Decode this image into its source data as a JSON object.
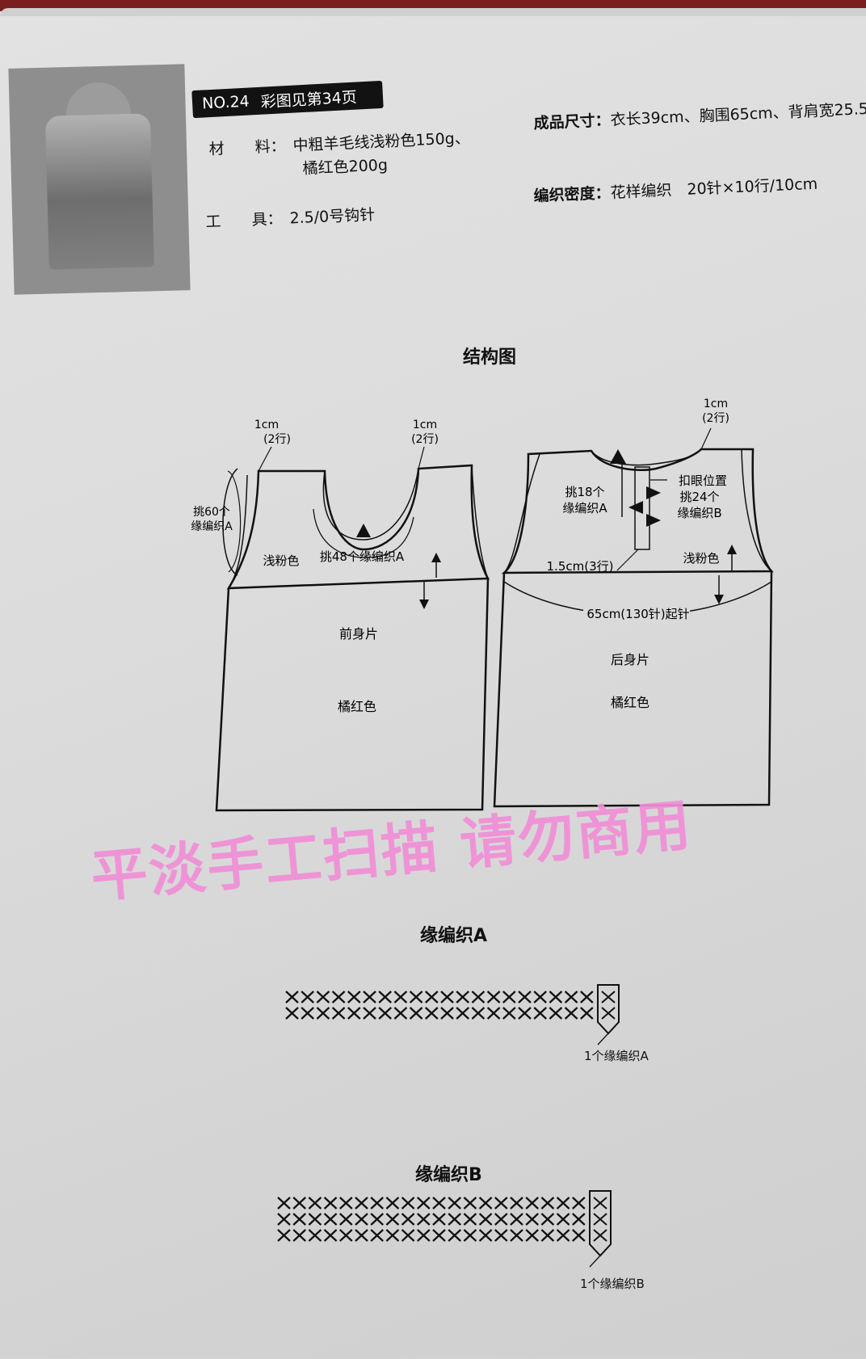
{
  "header": {
    "pattern_no": "NO.24",
    "color_ref": "彩图见第34页",
    "material_label": "材　　料：",
    "material_line1": "中粗羊毛线浅粉色150g、",
    "material_line2": "橘红色200g",
    "tool_label": "工　　具：",
    "tool_value": "2.5/0号钩针",
    "size_label": "成品尺寸：",
    "size_value": "衣长39cm、胸围65cm、背肩宽25.5",
    "gauge_label": "编织密度：",
    "gauge_value": "花样编织　20针×10行/10cm"
  },
  "structure": {
    "title": "结构图",
    "front": {
      "left_strap_size": "1cm",
      "left_strap_rows": "(2行)",
      "right_strap_size": "1cm",
      "right_strap_rows": "(2行)",
      "armhole_pickup_line1": "挑60个",
      "armhole_pickup_line2": "缘编织A",
      "yoke_color": "浅粉色",
      "neck_pickup": "挑48个缘编织A",
      "piece_name": "前身片",
      "body_color": "橘红色"
    },
    "back": {
      "strap_size": "1cm",
      "strap_rows": "(2行)",
      "neck_pickup_line1": "挑18个",
      "neck_pickup_line2": "缘编织A",
      "buttonhole_line1": "扣眼位置",
      "buttonhole_line2": "挑24个",
      "buttonhole_line3": "缘编织B",
      "placket_width": "1.5cm(3行)",
      "yoke_color": "浅粉色",
      "cast_on": "65cm(130针)起针",
      "piece_name": "后身片",
      "body_color": "橘红色"
    }
  },
  "watermark": "平淡手工扫描 请勿商用",
  "edge_a": {
    "title": "缘编织A",
    "caption": "1个缘编织A",
    "rows": 2
  },
  "edge_b": {
    "title": "缘编织B",
    "caption": "1个缘编织B",
    "rows": 3
  }
}
